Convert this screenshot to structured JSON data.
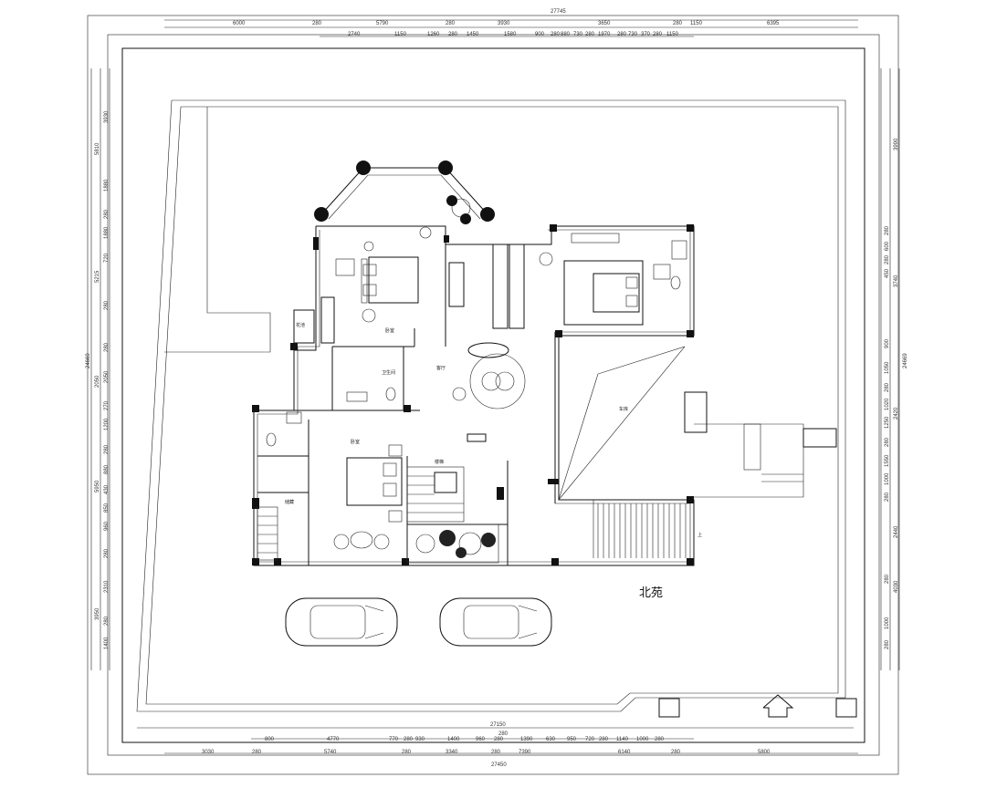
{
  "top_dims": {
    "total": "27745",
    "row1": [
      "6000",
      "280",
      "5790",
      "280",
      "3930",
      "3650",
      "280",
      "1150",
      "6395"
    ],
    "row2": [
      "2740",
      "1150",
      "1260",
      "280",
      "1450",
      "1580",
      "900",
      "280",
      "880",
      "730",
      "280",
      "1970",
      "280",
      "730",
      "370",
      "280",
      "1150"
    ]
  },
  "bottom_dims": {
    "total_inner": "27150",
    "mid": "280",
    "total_outer": "27450",
    "row1": [
      "800",
      "4770",
      "770",
      "280",
      "930",
      "1400",
      "960",
      "280",
      "1390",
      "630",
      "950",
      "720",
      "280",
      "1140",
      "1000",
      "280"
    ],
    "row2": [
      "3030",
      "280",
      "5740",
      "280",
      "3340",
      "280",
      "7390",
      "6140",
      "280",
      "5800"
    ]
  },
  "left_dims": {
    "total": "24669",
    "outer": [
      "5810",
      "5215",
      "2050",
      "5950",
      "3950"
    ],
    "inner": [
      "3930",
      "1880",
      "280",
      "1880",
      "720",
      "280",
      "280",
      "2050",
      "270",
      "1200",
      "280",
      "880",
      "430",
      "850",
      "960",
      "280",
      "2310",
      "280",
      "1400"
    ]
  },
  "right_dims": {
    "total": "24669",
    "outer": [
      "3990",
      "3740",
      "2420",
      "2440",
      "4030"
    ],
    "inner": [
      "280",
      "600",
      "280",
      "450",
      "900",
      "1050",
      "280",
      "1020",
      "1250",
      "280",
      "1550",
      "1000",
      "280",
      "280",
      "1000",
      "280"
    ]
  },
  "rooms": {
    "bedroom_nw": "卧室",
    "bedroom_sw": "卧室",
    "flower_bed": "花池",
    "bathroom": "卫生间",
    "living": "客厅",
    "garage": "车库",
    "stairs": "楼梯",
    "storage": "储藏",
    "up_arrow": "上"
  },
  "north_label": "北苑"
}
